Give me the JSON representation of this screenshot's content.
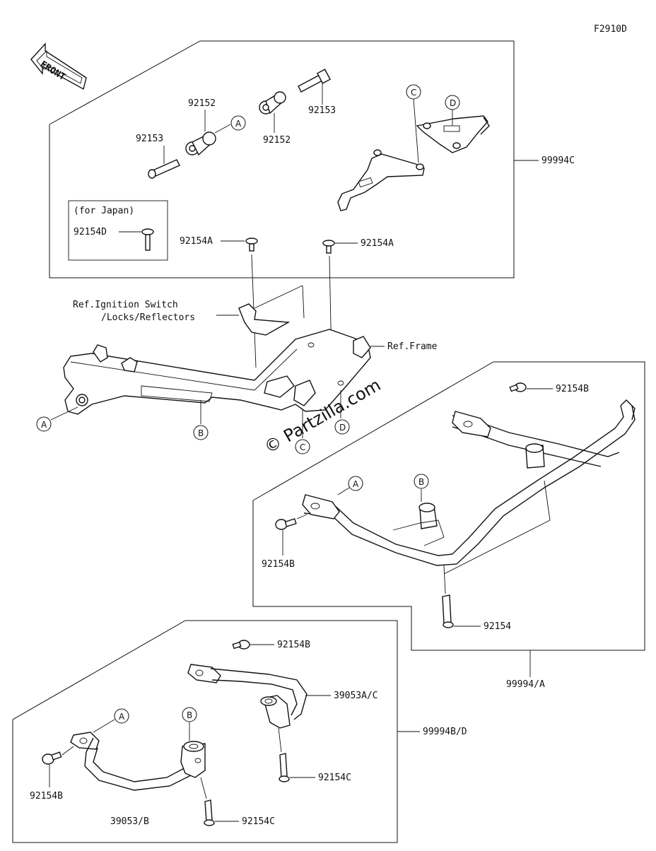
{
  "figure_code": "F2910D",
  "front_label": "FRONT",
  "watermark": "© Partzilla.com",
  "japan_note": "(for Japan)",
  "labels": {
    "p92152_top": "92152",
    "p92152_mid": "92152",
    "p92153_right": "92153",
    "p92153_left": "92153",
    "p92154d": "92154D",
    "p92154a_left": "92154A",
    "p92154a_right": "92154A",
    "kit_99994c": "99994C",
    "ref_ignition_line1": "Ref.Ignition Switch",
    "ref_ignition_line2": "/Locks/Reflectors",
    "ref_frame": "Ref.Frame",
    "p92154b_top": "92154B",
    "p92154b_left": "92154B",
    "p92154": "92154",
    "kit_99994a": "99994/A",
    "p92154b_lower": "92154B",
    "p39053ac": "39053A/C",
    "kit_99994bd": "99994B/D",
    "p92154c_right": "92154C",
    "p92154b_bottom": "92154B",
    "p39053b": "39053/B",
    "p92154c_bottom": "92154C"
  },
  "callouts": {
    "a1": "A",
    "c1": "C",
    "d1": "D",
    "a2": "A",
    "b2": "B",
    "c2": "C",
    "d2": "D",
    "a3": "A",
    "b3": "B",
    "a4": "A",
    "b4": "B"
  }
}
